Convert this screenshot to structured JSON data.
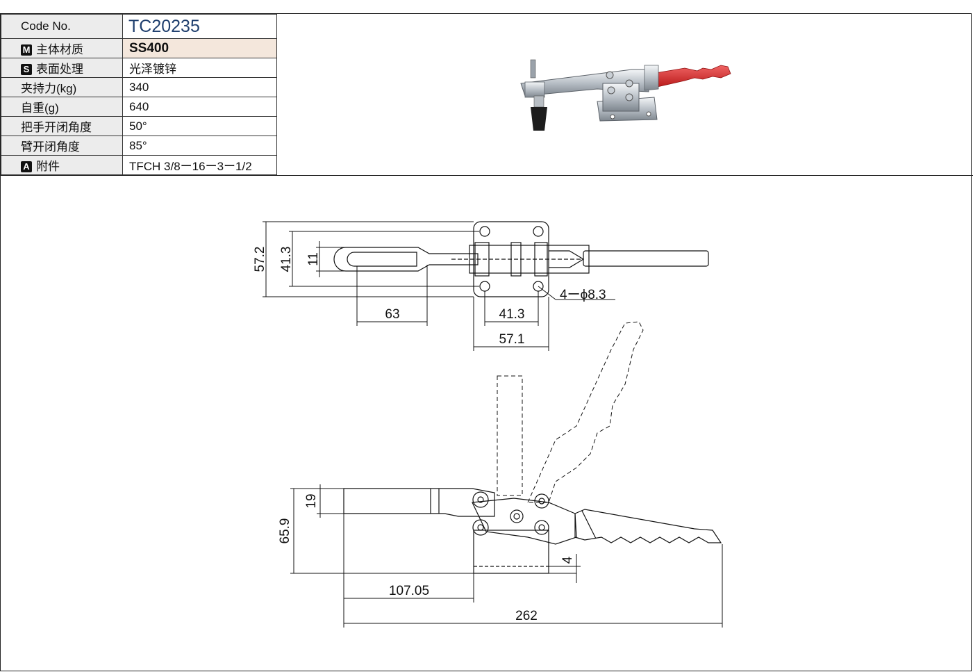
{
  "spec_table": {
    "rows": [
      {
        "label": "Code No.",
        "value": "TC20235"
      },
      {
        "badge": "M",
        "label": "主体材质",
        "value": "SS400"
      },
      {
        "badge": "S",
        "label": "表面处理",
        "value": "光泽镀锌"
      },
      {
        "label": "夹持力(kg)",
        "value": "340"
      },
      {
        "label": "自重(g)",
        "value": "640"
      },
      {
        "label": "把手开闭角度",
        "value": "50°"
      },
      {
        "label": "臂开闭角度",
        "value": "85°"
      },
      {
        "badge": "A",
        "label": "附件",
        "value": "TFCH 3/8ー16ー3ー1/2"
      }
    ]
  },
  "drawing": {
    "top_view": {
      "dims": [
        "57.2",
        "41.3",
        "11",
        "63",
        "41.3",
        "57.1"
      ],
      "hole_note": "4ーϕ8.3"
    },
    "side_view": {
      "dims": [
        "19",
        "65.9",
        "4",
        "107.05",
        "262"
      ]
    }
  },
  "colors": {
    "code_text": "#1f3f6e",
    "handle_red": "#d42a2a",
    "key_bg": "#ececec",
    "material_bg": "#f4e7dc"
  }
}
